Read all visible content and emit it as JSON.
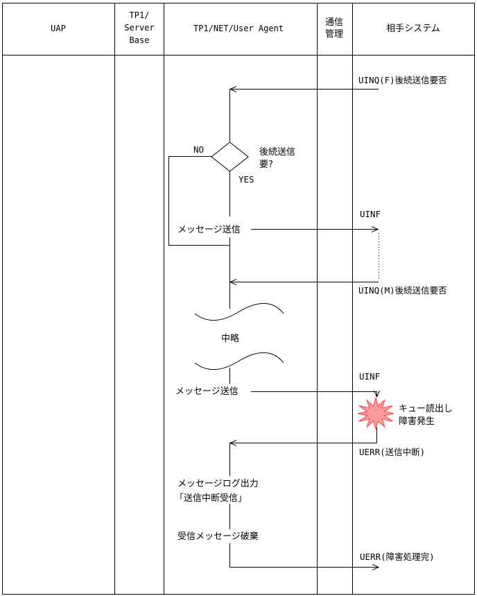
{
  "headers": {
    "uap": "UAP",
    "server_base": [
      "TP1/",
      "Server",
      "Base"
    ],
    "user_agent": "TP1/NET/User Agent",
    "comm_mgmt": [
      "通信",
      "管理"
    ],
    "partner": "相手システム"
  },
  "labels": {
    "uinq_f": "UINQ(F)後続送信要否",
    "no": "NO",
    "decision": [
      "後続送信",
      "要?"
    ],
    "yes": "YES",
    "uinf_1": "UINF",
    "send_msg_1": "メッセージ送信",
    "uinq_m": "UINQ(M)後続送信要否",
    "omitted": "中略",
    "uinf_2": "UINF",
    "send_msg_2": "メッセージ送信",
    "queue_fault": [
      "キュー読出し",
      "障害発生"
    ],
    "uerr_interrupt": "UERR(送信中断)",
    "log_output": [
      "メッセージログ出力",
      "「送信中断受信」"
    ],
    "discard": "受信メッセージ破棄",
    "uerr_done": "UERR(障害処理完)"
  },
  "colors": {
    "line": "#000000",
    "burst_fill": "#ff9a9a",
    "burst_stroke": "#ff3b3b"
  }
}
